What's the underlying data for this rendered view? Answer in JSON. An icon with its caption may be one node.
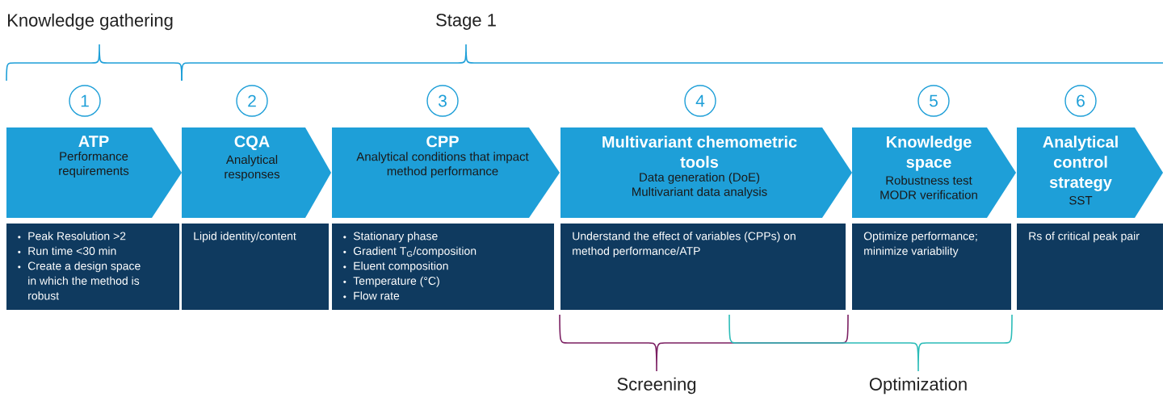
{
  "diagram": {
    "nodes": [
      {
        "text": [
          "1"
        ]
      },
      {
        "text": [
          "2"
        ]
      },
      {
        "text": [
          "3"
        ]
      },
      {
        "text": [
          "4"
        ]
      },
      {
        "text": [
          "5"
        ]
      },
      {
        "text": [
          "6"
        ]
      },
      {
        "text": [
          "ATP",
          "Performance requirements"
        ]
      },
      {
        "text": [
          "CQA",
          "Analytical responses"
        ]
      },
      {
        "text": [
          "CPP",
          "Analytical conditions that impact method performance"
        ]
      },
      {
        "text": [
          "Multivariant chemometric tools",
          "Data generation (DoE) Multivariant data analysis"
        ]
      },
      {
        "text": [
          "Knowledge space",
          "Robustness test MODR verification"
        ]
      },
      {
        "text": [
          "Analytical control strategy",
          "SST"
        ]
      },
      {
        "text": [
          "Peak Resolution >2",
          "Run time <30 min",
          "Create a design space in which the method is robust"
        ]
      },
      {
        "text": [
          "Lipid identity/content"
        ]
      },
      {
        "text": [
          "Stationary phase",
          "Gradient T$_{G}$/composition",
          "Eluent composition",
          "Temperature (°C)",
          "Flow rate"
        ]
      },
      {
        "text": [
          "Understand the effect of variables (CPPs) on method performance/ATP"
        ]
      },
      {
        "text": [
          "Optimize performance; minimize variability"
        ]
      },
      {
        "text": [
          "Rs of critical peak pair"
        ]
      }
    ],
    "labels": [
      "Knowledge gathering",
      "Stage 1",
      "Screening",
      "Optimization"
    ]
  }
}
